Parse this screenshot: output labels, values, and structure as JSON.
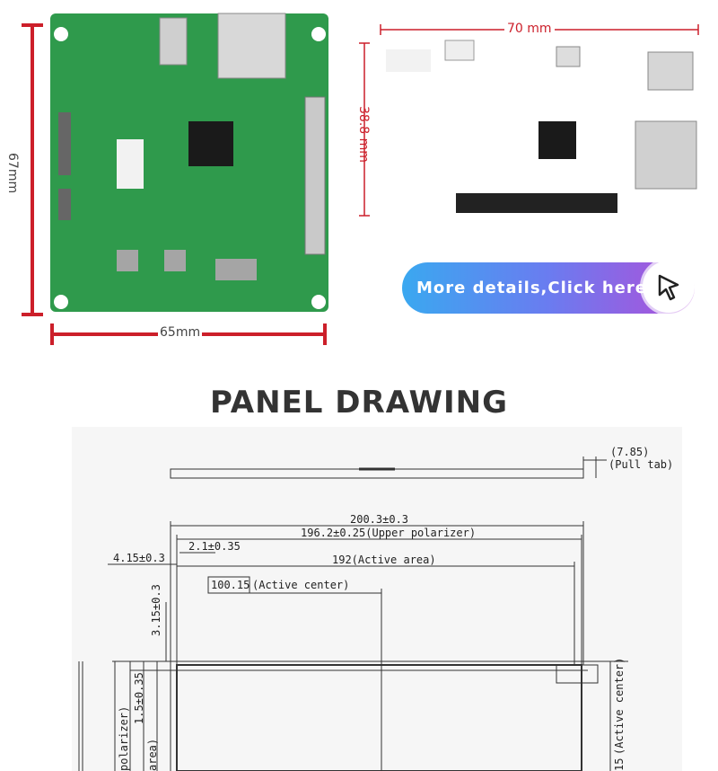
{
  "dimensions": {
    "left_width": "65mm",
    "left_height": "67mm",
    "right_width": "70 mm",
    "right_height": "38.8 mm"
  },
  "cta": {
    "label": "More details,Click here",
    "icon": "cursor-click-icon"
  },
  "panel": {
    "title": "PANEL DRAWING",
    "labels": {
      "pulltab_a": "(7.85)",
      "pulltab_b": "(Pull tab)",
      "overall": "200.3±0.3",
      "upper_pol": "196.2±0.25(Upper polarizer)",
      "active_w": "192(Active area)",
      "left_offset": "4.15±0.3",
      "inner_offset": "2.1±0.35",
      "center_val": "100.15",
      "center_label": "(Active center)",
      "vert_top": "3.15±0.3",
      "vert_a": "1.5±0.35",
      "side_a": "polarizer)",
      "side_b": "area)",
      "right_center": "(Active center)",
      "right_num": "15"
    }
  },
  "colors": {
    "pcb": "#2f9a4c",
    "dim_red": "#cc1f2a",
    "cta_start": "#3aa8f0",
    "cta_end": "#b14ed8"
  }
}
